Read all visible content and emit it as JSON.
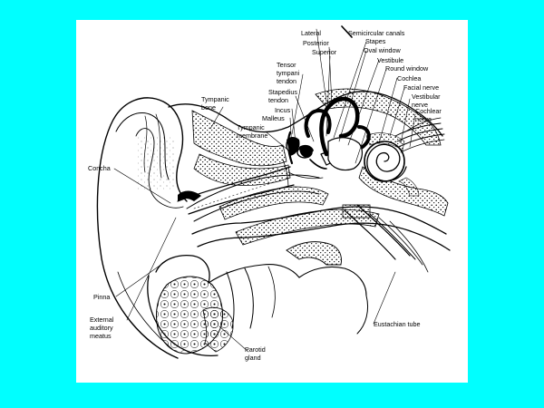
{
  "background_color": "#00ffff",
  "card_color": "#ffffff",
  "labels": {
    "lateral": "Lateral",
    "semicircular_canals": "Semicircular canals",
    "posterior": "Posterior",
    "superior": "Superior",
    "stapes": "Stapes",
    "oval_window": "Oval window",
    "vestibule": "Vestibule",
    "round_window": "Round window",
    "cochlea": "Cochlea",
    "facial_nerve": "Facial nerve",
    "vestibular_nerve_1": "Vestibular",
    "vestibular_nerve_2": "nerve",
    "cochlear_nerve_1": "Cochlear",
    "cochlear_nerve_2": "nerve",
    "tensor_1": "Tensor",
    "tensor_2": "tympani",
    "tensor_3": "tendon",
    "stapedius_1": "Stapedius",
    "stapedius_2": "tendon",
    "incus": "Incus",
    "malleus": "Malleus",
    "tympanic_bone_1": "Tympanic",
    "tympanic_bone_2": "bone",
    "tympanic_membrane_1": "Tympanic",
    "tympanic_membrane_2": "membrane",
    "concha": "Concha",
    "pinna": "Pinna",
    "external_meatus_1": "External",
    "external_meatus_2": "auditory",
    "external_meatus_3": "meatus",
    "eustachian_tube": "Eustachian tube",
    "parotid_1": "Parotid",
    "parotid_2": "gland"
  }
}
